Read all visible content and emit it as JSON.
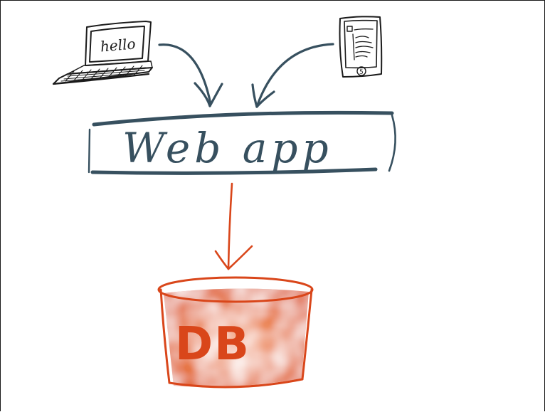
{
  "diagram": {
    "laptop_screen_text": "hello",
    "webapp_label": "Web app",
    "db_label": "DB",
    "tablet_button_glyph": "5",
    "colors": {
      "ink": "#37505f",
      "sketch": "#1b1b1b",
      "db": "#d9461a",
      "db_fill": "#e8703f"
    },
    "icons": [
      "laptop-icon",
      "tablet-icon",
      "database-icon"
    ]
  }
}
